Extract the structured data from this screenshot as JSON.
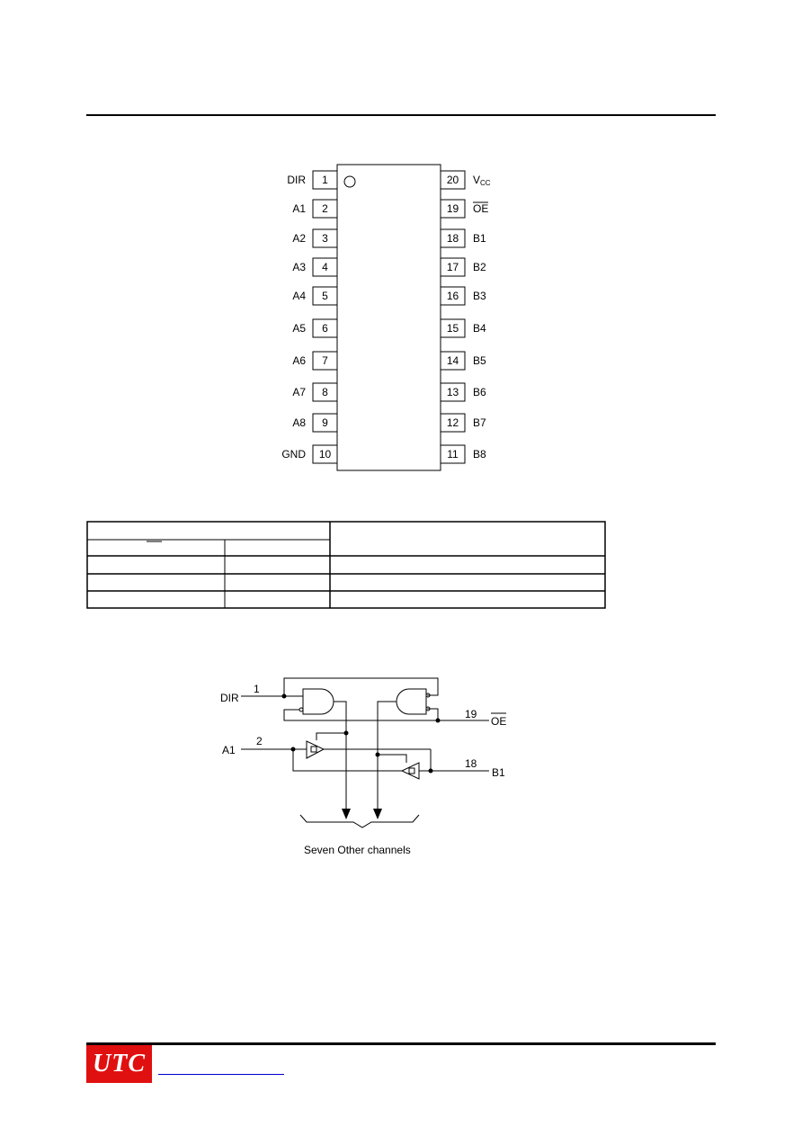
{
  "header": {},
  "pinout": {
    "left_pins": [
      {
        "num": "1",
        "label": "DIR"
      },
      {
        "num": "2",
        "label": "A1"
      },
      {
        "num": "3",
        "label": "A2"
      },
      {
        "num": "4",
        "label": "A3"
      },
      {
        "num": "5",
        "label": "A4"
      },
      {
        "num": "6",
        "label": "A5"
      },
      {
        "num": "7",
        "label": "A6"
      },
      {
        "num": "8",
        "label": "A7"
      },
      {
        "num": "9",
        "label": "A8"
      },
      {
        "num": "10",
        "label": "GND"
      }
    ],
    "right_pins": [
      {
        "num": "20",
        "label": "V",
        "sub": "CC"
      },
      {
        "num": "19",
        "label": "OE",
        "overline": true
      },
      {
        "num": "18",
        "label": "B1"
      },
      {
        "num": "17",
        "label": "B2"
      },
      {
        "num": "16",
        "label": "B3"
      },
      {
        "num": "15",
        "label": "B4"
      },
      {
        "num": "14",
        "label": "B5"
      },
      {
        "num": "13",
        "label": "B6"
      },
      {
        "num": "12",
        "label": "B7"
      },
      {
        "num": "11",
        "label": "B8"
      }
    ]
  },
  "logic": {
    "dir_label": "DIR",
    "dir_pin": "1",
    "oe_pin": "19",
    "oe_label": "OE",
    "a1_label": "A1",
    "a1_pin": "2",
    "b1_pin": "18",
    "b1_label": "B1",
    "caption": "Seven Other channels"
  },
  "footer": {
    "logo_text": "UTC"
  }
}
